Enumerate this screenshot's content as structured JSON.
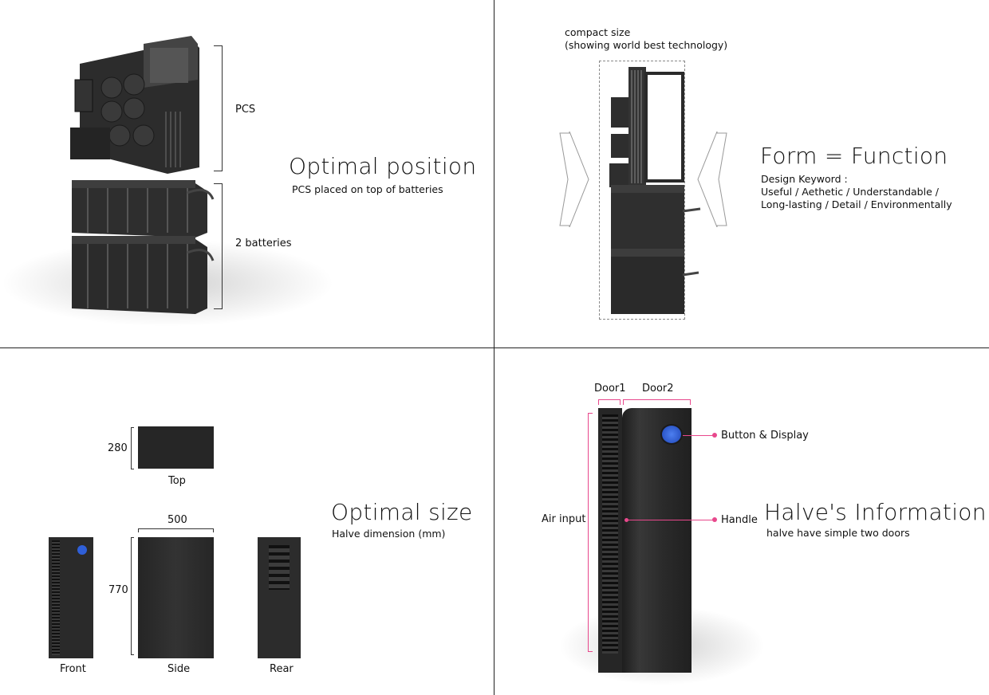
{
  "q1": {
    "pcs_label": "PCS",
    "batteries_label": "2 batteries",
    "title": "Optimal position",
    "subtitle": "PCS placed on top of batteries"
  },
  "q2": {
    "caption_line1": "compact size",
    "caption_line2": "(showing world best technology)",
    "title": "Form = Function",
    "keyword_heading": "Design Keyword :",
    "keyword_line1": "Useful / Aethetic / Understandable /",
    "keyword_line2": "Long-lasting / Detail / Environmentally"
  },
  "q3": {
    "top_dim": "280",
    "top_label": "Top",
    "width_dim": "500",
    "height_dim": "770",
    "front_label": "Front",
    "side_label": "Side",
    "rear_label": "Rear",
    "title": "Optimal size",
    "subtitle": "Halve dimension (mm)"
  },
  "q4": {
    "door1_label": "Door1",
    "door2_label": "Door2",
    "button_label": "Button & Display",
    "air_label": "Air input",
    "handle_label": "Handle",
    "title": "Halve's Information",
    "subtitle": "halve have simple two doors"
  },
  "colors": {
    "accent": "#e8488c",
    "device_dark": "#2b2b2b",
    "display_blue": "#2f5fd8"
  }
}
